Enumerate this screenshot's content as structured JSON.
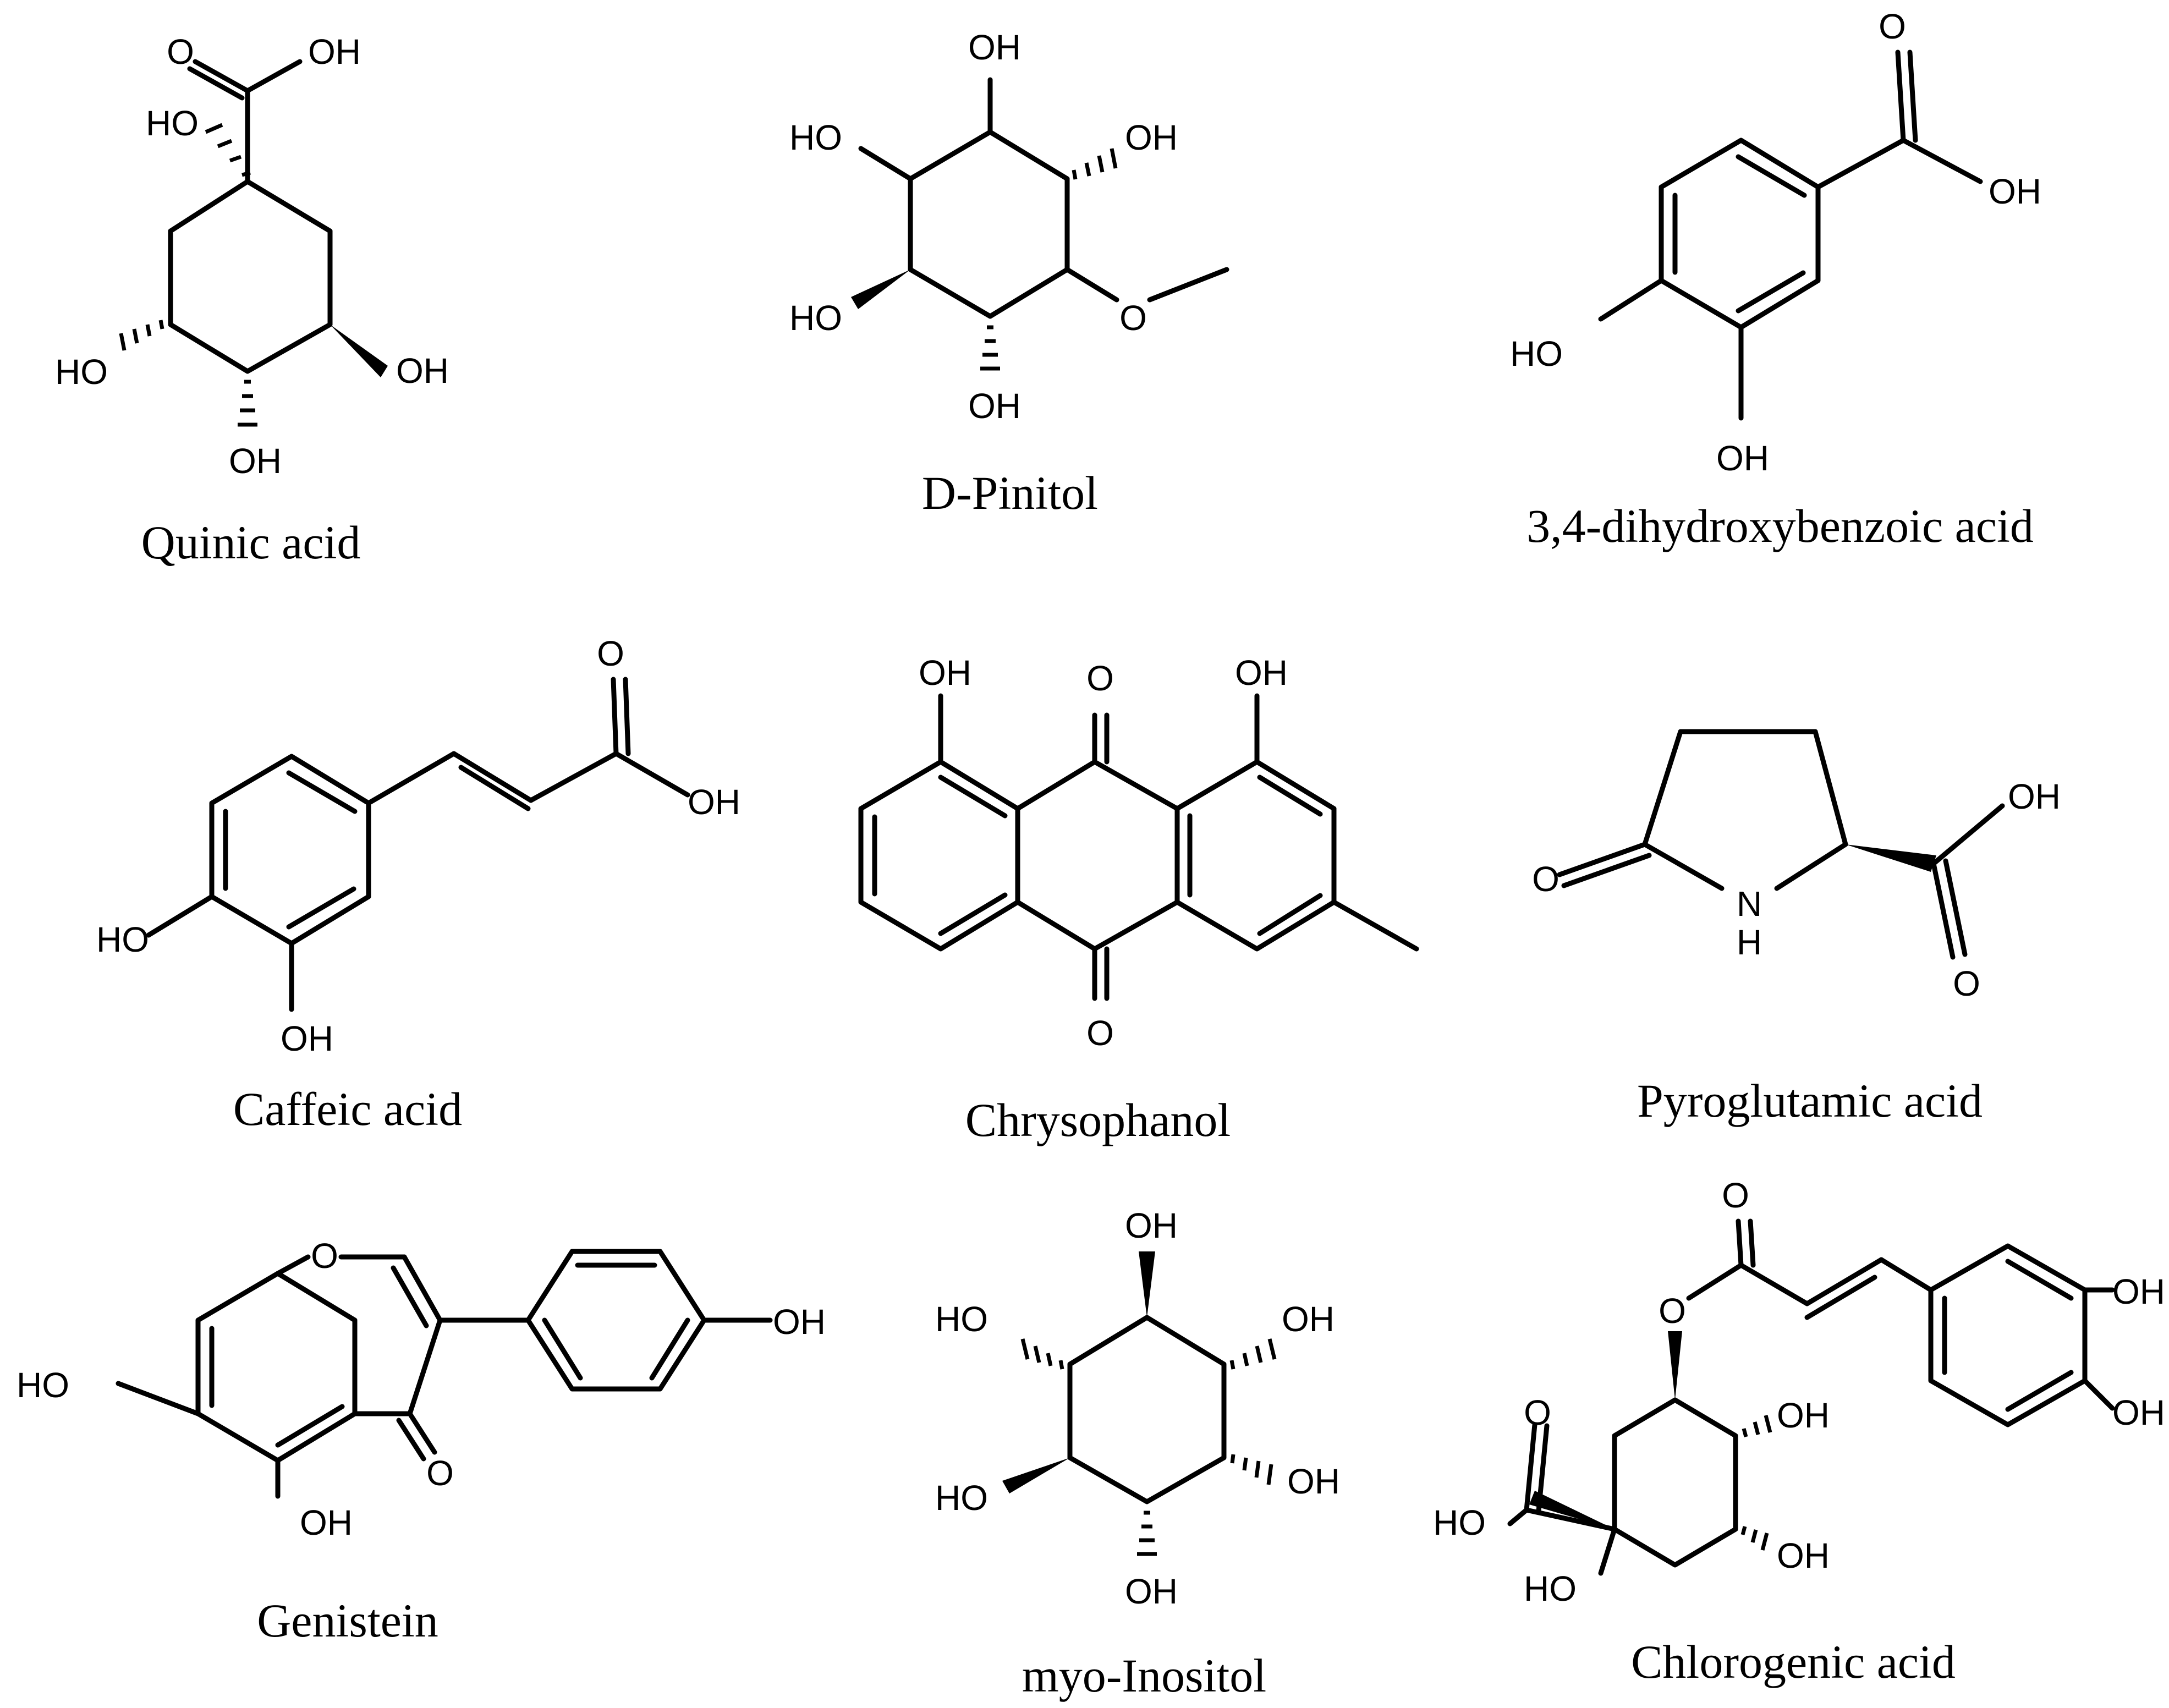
{
  "figure": {
    "compounds": [
      {
        "id": "quinic",
        "name": "Quinic acid"
      },
      {
        "id": "pinitol",
        "name": "D-Pinitol"
      },
      {
        "id": "dhba",
        "name": "3,4-dihydroxybenzoic acid"
      },
      {
        "id": "caffeic",
        "name": "Caffeic acid"
      },
      {
        "id": "chrysophanol",
        "name": "Chrysophanol"
      },
      {
        "id": "pyroglutamic",
        "name": "Pyroglutamic acid"
      },
      {
        "id": "genistein",
        "name": "Genistein"
      },
      {
        "id": "inositol",
        "name": "myo-Inositol"
      },
      {
        "id": "chlorogenic",
        "name": "Chlorogenic acid"
      }
    ],
    "atom_labels": {
      "OH": "OH",
      "HO": "HO",
      "O": "O",
      "N": "N",
      "H": "H"
    }
  }
}
